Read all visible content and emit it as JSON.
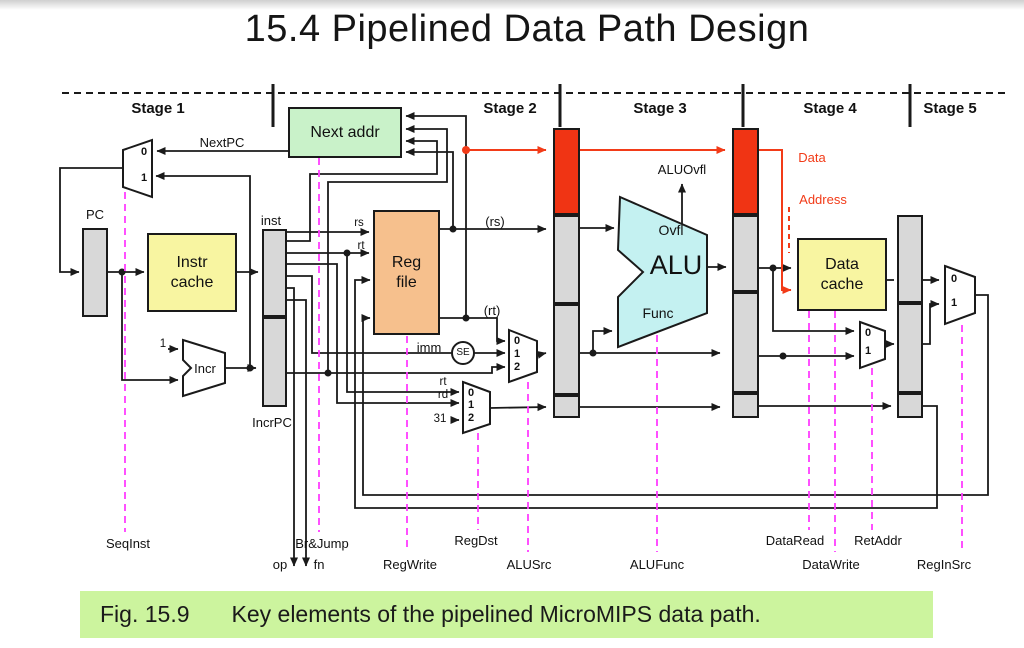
{
  "title": "15.4  Pipelined Data Path Design",
  "stages": [
    "Stage 1",
    "Stage 2",
    "Stage 3",
    "Stage 4",
    "Stage 5"
  ],
  "blocks": {
    "next_addr": "Next addr",
    "instr_cache_line1": "Instr",
    "instr_cache_line2": "cache",
    "reg_file_line1": "Reg",
    "reg_file_line2": "file",
    "data_cache_line1": "Data",
    "data_cache_line2": "cache",
    "alu": "ALU",
    "alu_ovfl": "Ovfl",
    "alu_func": "Func",
    "incr": "Incr",
    "sign_extend": "SE"
  },
  "labels": {
    "pc": "PC",
    "nextpc": "NextPC",
    "inst": "inst",
    "incrpc": "IncrPC",
    "rs": "rs",
    "rt": "rt",
    "rt2": "rt",
    "rd": "rd",
    "rs_value": "(rs)",
    "rt_value": "(rt)",
    "imm": "imm",
    "one": "1",
    "thirty_one": "31",
    "alu_ovfl_signal": "ALUOvfl",
    "data": "Data",
    "address": "Address",
    "op": "op",
    "fn": "fn"
  },
  "mux": {
    "zero": "0",
    "one": "1",
    "two": "2"
  },
  "controls": [
    "SeqInst",
    "Br&Jump",
    "RegWrite",
    "RegDst",
    "ALUSrc",
    "ALUFunc",
    "DataRead",
    "DataWrite",
    "RetAddr",
    "RegInSrc"
  ],
  "caption": {
    "fig": "Fig. 15.9",
    "text": "Key elements of the pipelined MicroMIPS data path."
  },
  "colors": {
    "cache_yellow": "#f8f5a1",
    "next_addr_green": "#c9f2c9",
    "reg_file_orange": "#f6c08d",
    "alu_cyan": "#c4f1f1",
    "register_gray": "#d8d8d8",
    "pipeline_red": "#f03414",
    "highlight_red": "#f23b18",
    "control_magenta": "#ff3dff",
    "caption_green": "#ccf49e"
  }
}
